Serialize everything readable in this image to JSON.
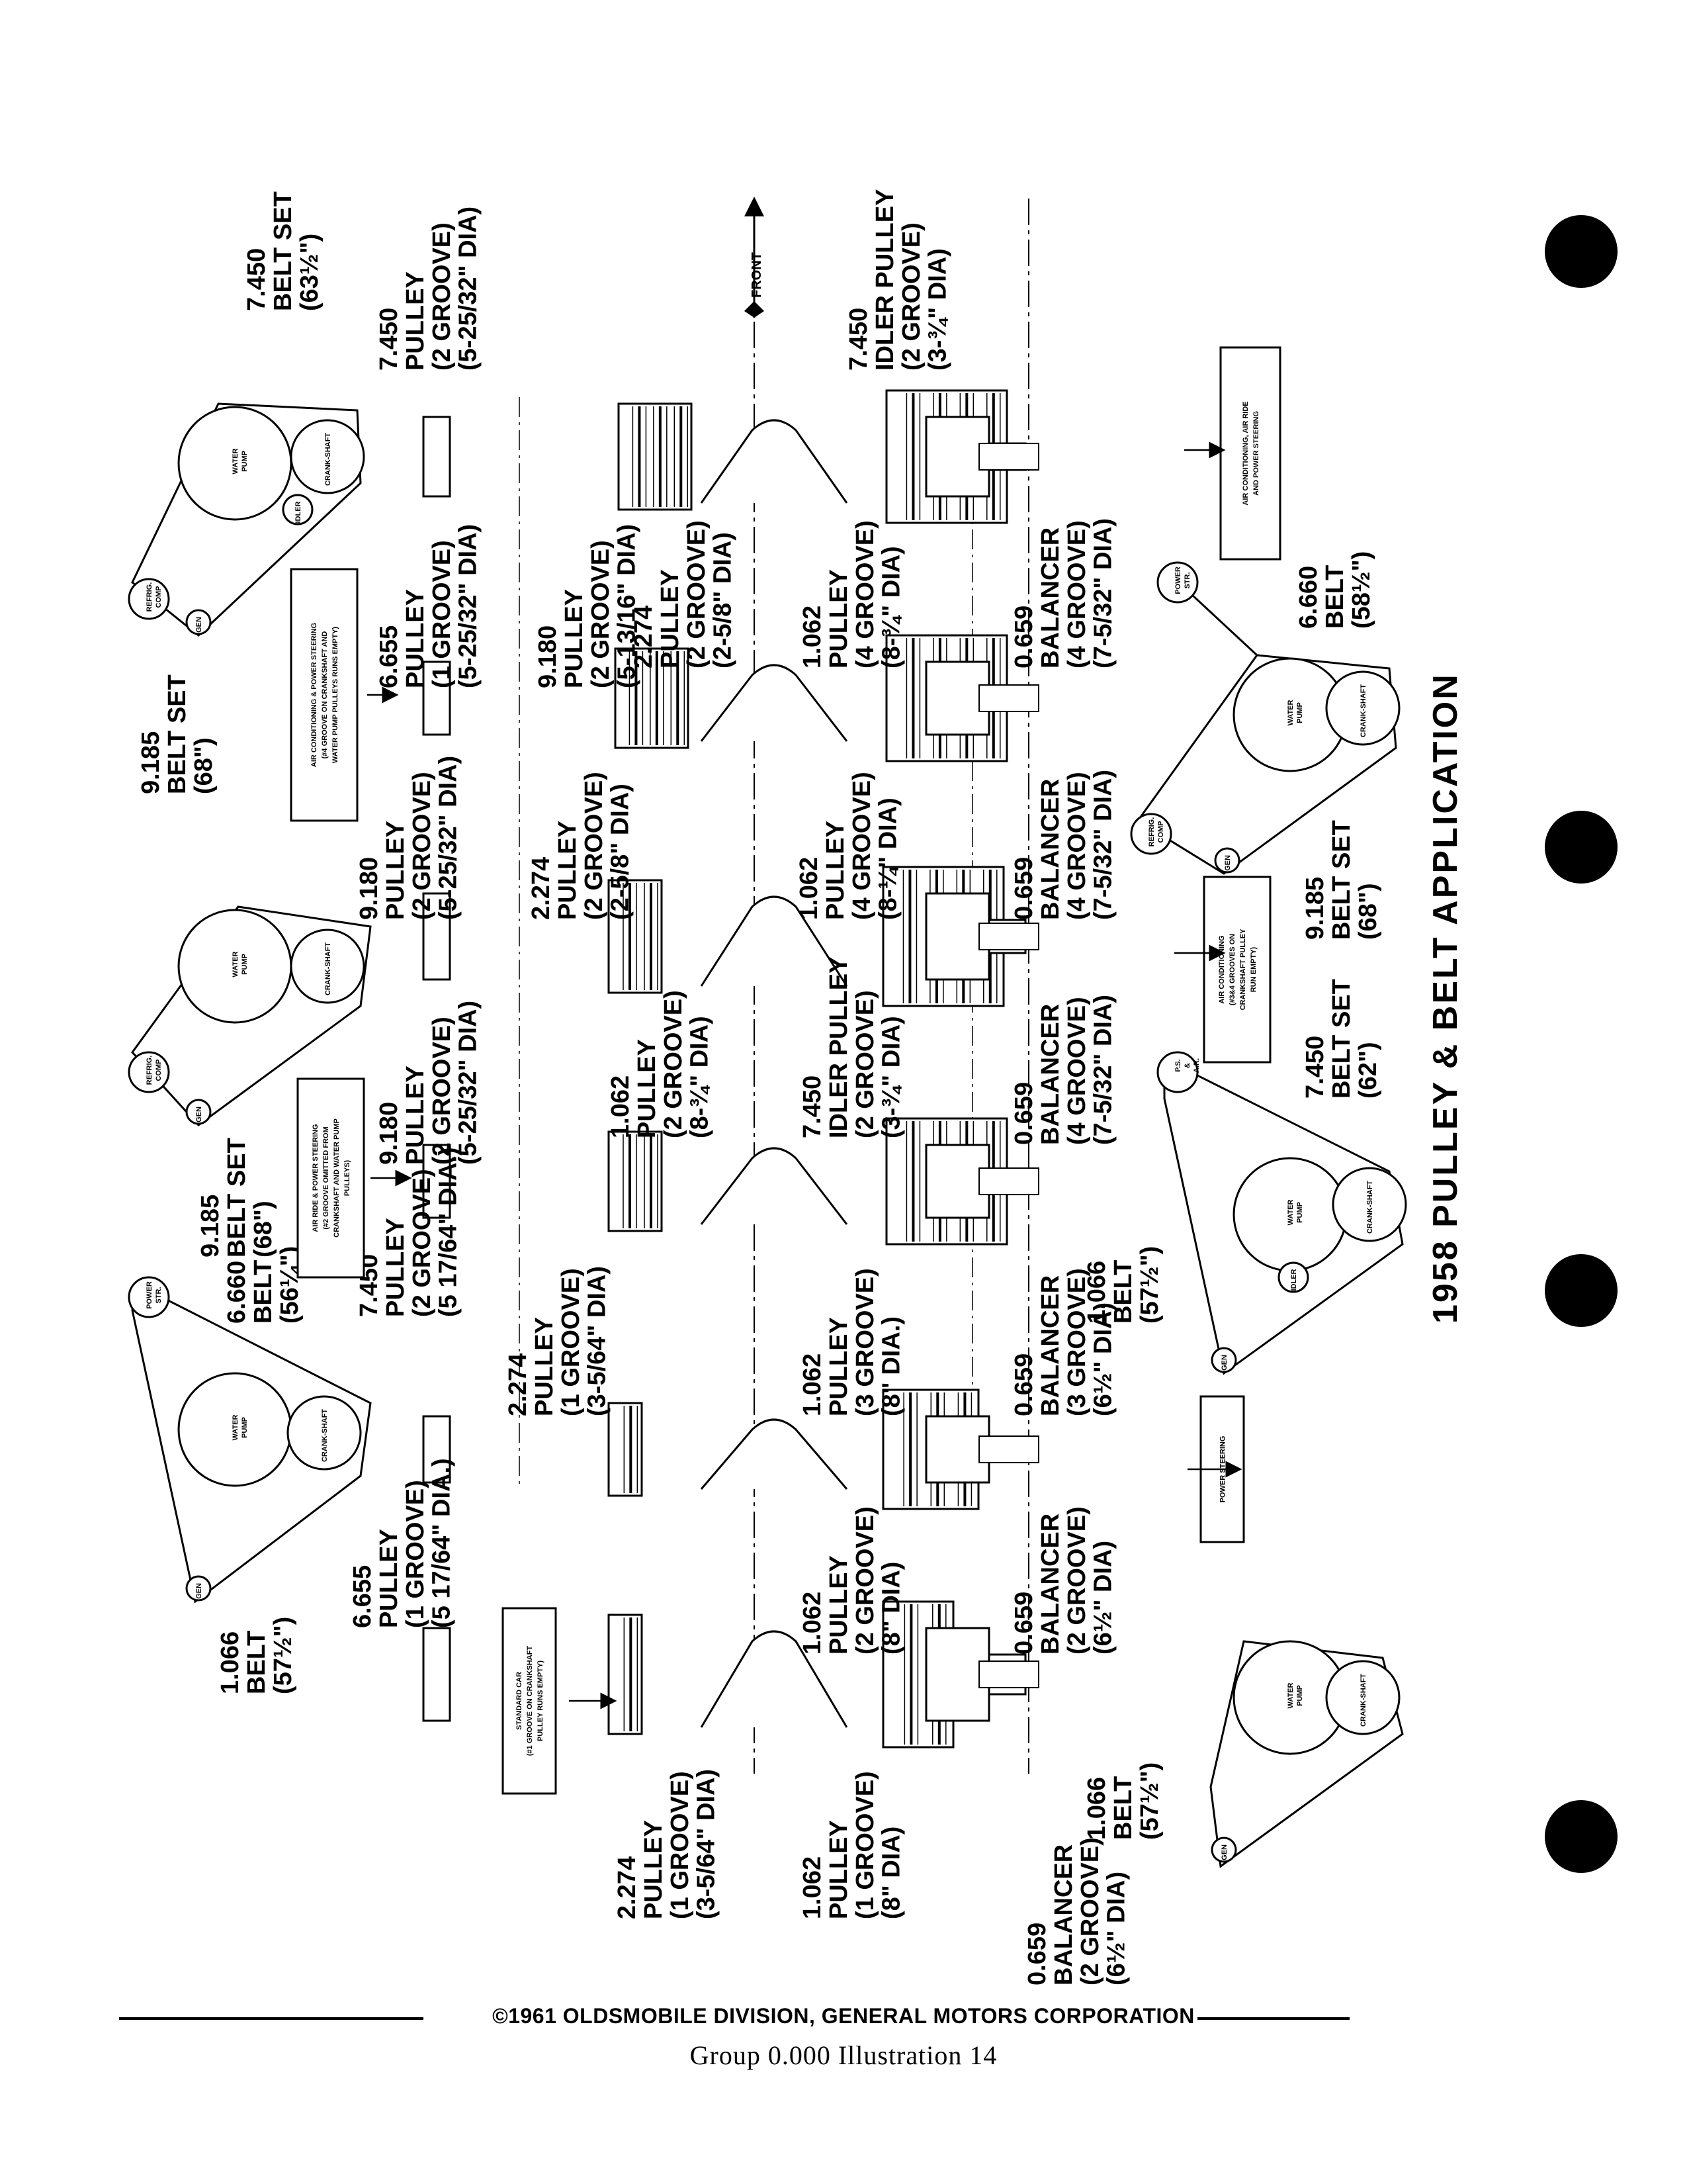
{
  "page": {
    "title": "1958 PULLEY & BELT APPLICATION",
    "copyright": "©1961 OLDSMOBILE DIVISION, GENERAL MOTORS CORPORATION",
    "group_line": "Group   0.000   Illustration 14",
    "front_label": "FRONT"
  },
  "configs": [
    {
      "id": "standard",
      "box": [
        "STANDARD CAR",
        "(#1 GROOVE ON CRANKSHAFT",
        "PULLEY RUNS EMPTY)"
      ],
      "pulleys": [
        [
          "2.274",
          "PULLEY",
          "(1 GROOVE)",
          "(3-5/64\" DIA)"
        ],
        [
          "1.062",
          "PULLEY",
          "(1 GROOVE)",
          "(8\" DIA)"
        ],
        [
          "0.659",
          "BALANCER",
          "(2 GROOVE)",
          "(6½\" DIA)"
        ]
      ],
      "belts": [
        [
          "1.066",
          "BELT",
          "(57½\")"
        ]
      ],
      "belt_diagrams": [
        [
          "WATER PUMP",
          "CRANK-SHAFT",
          "GEN"
        ]
      ]
    },
    {
      "id": "power-steering",
      "box": [
        "POWER STEERING"
      ],
      "pulleys": [
        [
          "6.655",
          "PULLEY",
          "(1 GROOVE)",
          "(5 17/64\" DIA.)"
        ],
        [
          "1.062",
          "PULLEY",
          "(2 GROOVE)",
          "(8\" DIA)"
        ],
        [
          "0.659",
          "BALANCER",
          "(2 GROOVE)",
          "(6½\" DIA)"
        ],
        [
          "2.274",
          "PULLEY",
          "(1 GROOVE)",
          "(3-5/64\" DIA)"
        ],
        [
          "1.062",
          "PULLEY",
          "(3 GROOVE)",
          "(8\" DIA.)"
        ],
        [
          "0.659",
          "BALANCER",
          "(3 GROOVE)",
          "(6½\" DIA)"
        ]
      ],
      "belts": [
        [
          "1.066",
          "BELT",
          "(57½\")"
        ],
        [
          "6.660",
          "BELT",
          "(56¼\")"
        ],
        [
          "1.066",
          "BELT",
          "(57½\")"
        ]
      ],
      "belt_diagrams": [
        [
          "POWER STR.",
          "WATER PUMP",
          "CRANK-SHAFT",
          "GEN"
        ]
      ]
    },
    {
      "id": "air-ride-ps",
      "box": [
        "AIR RIDE & POWER STEERING",
        "(#2 GROOVE OMITTED FROM",
        "CRANKSHAFT AND WATER PUMP",
        "PULLEYS)"
      ],
      "pulleys": [
        [
          "7.450",
          "PULLEY",
          "(2 GROOVE)",
          "(5 17/64\" DIA.)"
        ],
        [
          "9.180",
          "PULLEY",
          "(2 GROOVE)",
          "(5-25/32\" DIA)"
        ],
        [
          "1.062",
          "PULLEY",
          "(2 GROOVE)",
          "(8-¾\" DIA)"
        ],
        [
          "7.450",
          "IDLER PULLEY",
          "(2 GROOVE)",
          "(3-¾\" DIA)"
        ],
        [
          "0.659",
          "BALANCER",
          "(4 GROOVE)",
          "(7-5/32\" DIA)"
        ]
      ],
      "belts": [
        [
          "9.185",
          "BELT SET",
          "(68\")"
        ],
        [
          "7.450",
          "BELT SET",
          "(62\")"
        ]
      ],
      "belt_diagrams": [
        [
          "REFRIG. COMP",
          "WATER PUMP",
          "CRANK-SHAFT",
          "GEN"
        ],
        [
          "P.S. & A.R.",
          "WATER PUMP",
          "CRANK-SHAFT",
          "IDLER",
          "GEN"
        ]
      ]
    },
    {
      "id": "air-conditioning",
      "box": [
        "AIR CONDITIONING",
        "(#3&4 GROOVES ON",
        "CRANKSHAFT PULLEY",
        "RUN EMPTY)"
      ],
      "pulleys": [
        [
          "9.180",
          "PULLEY",
          "(2 GROOVE)",
          "(5-25/32\" DIA)"
        ],
        [
          "2.274",
          "PULLEY",
          "(2 GROOVE)",
          "(2-5/8\" DIA)"
        ],
        [
          "1.062",
          "PULLEY",
          "(4 GROOVE)",
          "(8-¼\" DIA)"
        ],
        [
          "0.659",
          "BALANCER",
          "(4 GROOVE)",
          "(7-5/32\" DIA)"
        ]
      ],
      "belts": [
        [
          "9.185",
          "BELT SET",
          "(68\")"
        ]
      ],
      "belt_diagrams": [
        [
          "REFRIG. COMP",
          "WATER PUMP",
          "CRANK-SHAFT",
          "GEN"
        ]
      ]
    },
    {
      "id": "ac-ps",
      "box": [
        "AIR CONDITIONING & POWER STEERING",
        "(#4 GROOVE ON CRANKSHAFT AND",
        "WATER PUMP PULLEYS RUNS EMPTY)"
      ],
      "pulleys": [
        [
          "6.655",
          "PULLEY",
          "(1 GROOVE)",
          "(5-25/32\" DIA)"
        ],
        [
          "9.180",
          "PULLEY",
          "(2 GROOVE)",
          "(5-13/16\" DIA)"
        ],
        [
          "2.274",
          "PULLEY",
          "(2 GROOVE)",
          "(2-5/8\" DIA)"
        ],
        [
          "1.062",
          "PULLEY",
          "(4 GROOVE)",
          "(8-¾\" DIA)"
        ],
        [
          "0.659",
          "BALANCER",
          "(4 GROOVE)",
          "(7-5/32\" DIA)"
        ]
      ],
      "belts": [
        [
          "9.185",
          "BELT SET",
          "(68\")"
        ],
        [
          "6.660",
          "BELT",
          "(58½\")"
        ]
      ],
      "belt_diagrams": [
        [
          "REFRIG. COMP",
          "WATER PUMP",
          "CRANK-SHAFT",
          "IDLER",
          "GEN"
        ],
        [
          "POWER STR.",
          "WATER PUMP",
          "CRANK-SHAFT",
          "REFRIG. COMP",
          "GEN"
        ]
      ]
    },
    {
      "id": "ac-air-ride-ps",
      "box": [
        "AIR CONDITIONING, AIR RIDE",
        "AND POWER STEERING"
      ],
      "pulleys": [
        [
          "7.450",
          "PULLEY",
          "(2 GROOVE)",
          "(5-25/32\" DIA)"
        ],
        [
          "7.450",
          "IDLER PULLEY",
          "(2 GROOVE)",
          "(3-¾\" DIA)"
        ]
      ],
      "belts": [
        [
          "7.450",
          "BELT SET",
          "(63½\")"
        ]
      ],
      "belt_diagrams": [
        [
          "P.S. & A.R.",
          "WATER PUMP",
          "CRANK-SHAFT",
          "IDLER",
          "REFRIG. COMP",
          "GEN"
        ]
      ]
    }
  ]
}
